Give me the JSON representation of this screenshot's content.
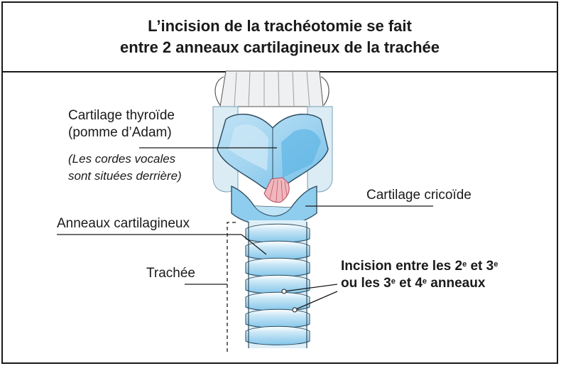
{
  "title": {
    "line1": "L’incision de la trachéotomie se fait",
    "line2": "entre 2 anneaux cartilagineux de la trachée"
  },
  "labels": {
    "thyroid_line1": "Cartilage thyroïde",
    "thyroid_line2": "(pomme d’Adam)",
    "vocal_note_line1": "(Les cordes vocales",
    "vocal_note_line2": "sont situées derrière)",
    "cricoid": "Cartilage cricoïde",
    "rings": "Anneaux cartilagineux",
    "trachea": "Trachée",
    "incision": {
      "l1_a": "Incision entre les 2",
      "l1_sup1": "e",
      "l1_b": " et 3",
      "l1_sup2": "e",
      "l2_a": "ou les 3",
      "l2_sup1": "e",
      "l2_b": " et 4",
      "l2_sup2": "e",
      "l2_c": " anneaux"
    }
  },
  "colors": {
    "cartilage_light": "#d4ecf8",
    "cartilage_mid": "#a9d7f1",
    "cartilage_deep": "#7cc3ea",
    "vocal_cords": "#e8a0a8",
    "line": "#1a1a1a"
  }
}
